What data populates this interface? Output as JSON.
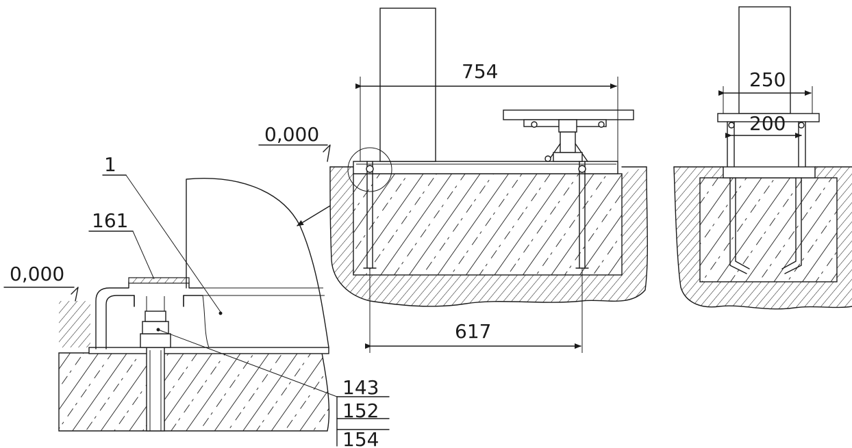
{
  "datum_left": "0,000",
  "datum_mid": "0,000",
  "callouts": {
    "item_1": "1",
    "item_161": "161",
    "stack": [
      "143",
      "152",
      "154"
    ]
  },
  "dimensions": {
    "width_top": "754",
    "width_bottom": "617",
    "outer_right": "250",
    "inner_right": "200"
  }
}
